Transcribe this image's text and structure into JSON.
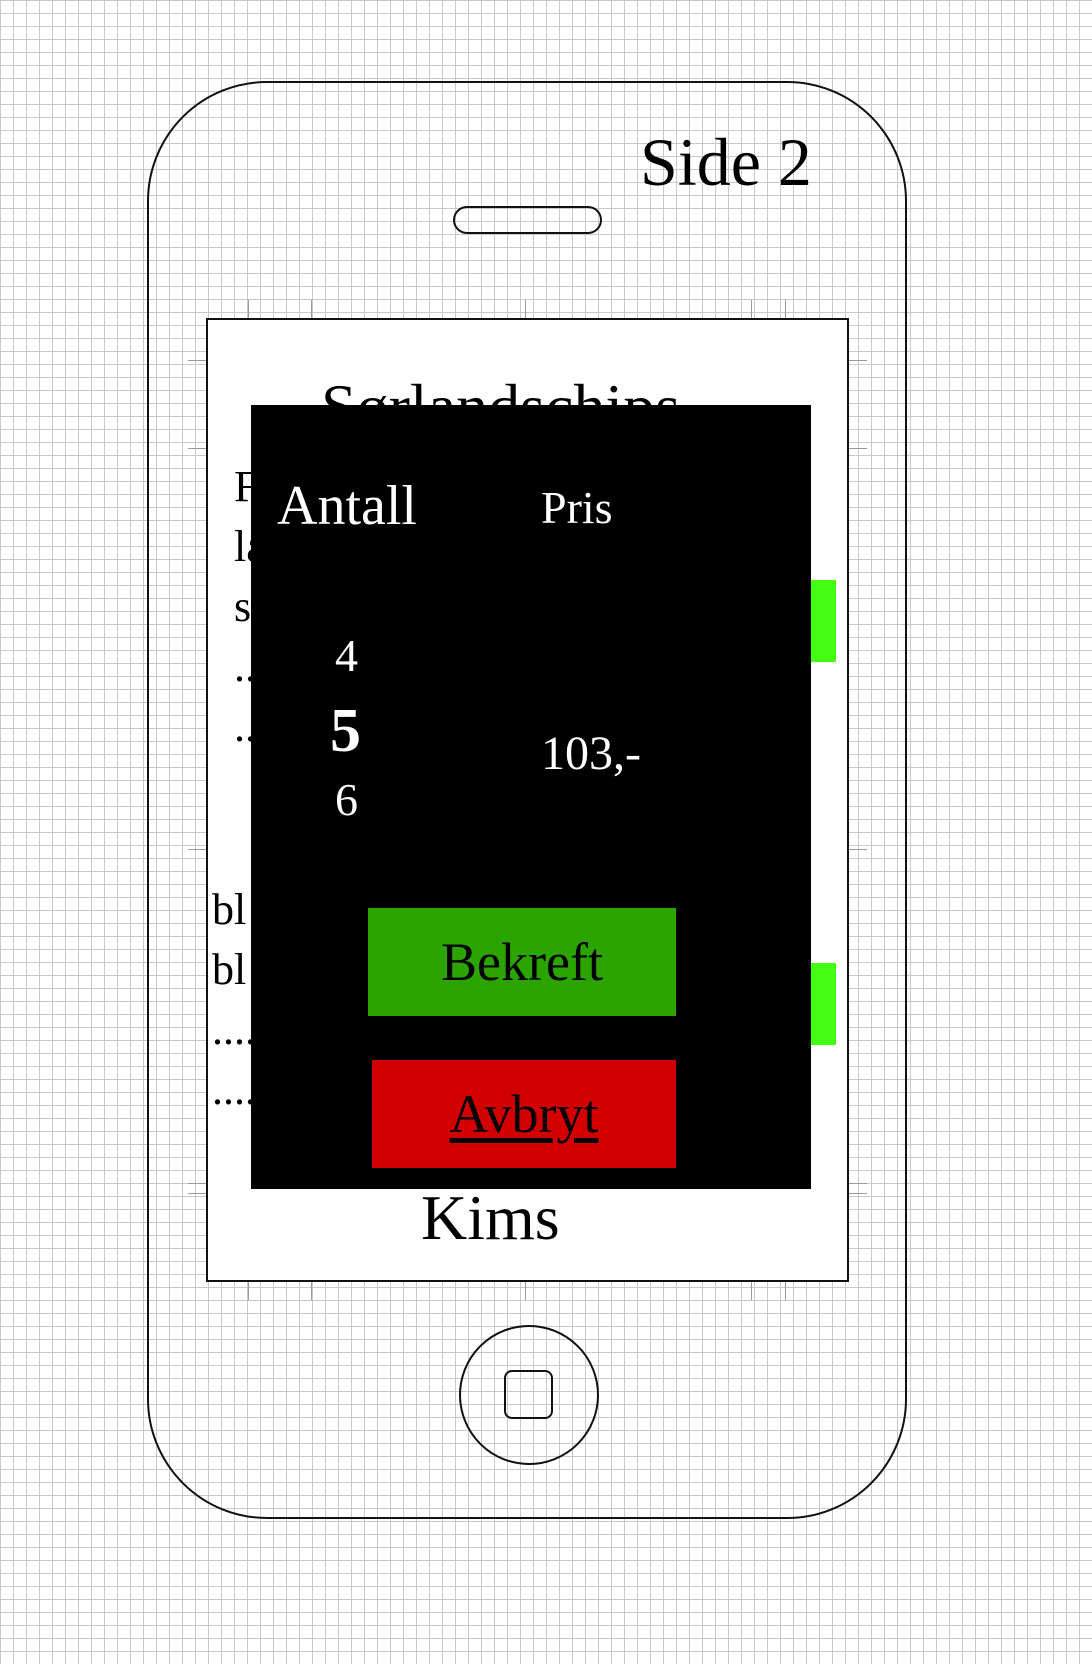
{
  "page_label": "Side 2",
  "background_screen": {
    "title": "Sørlandschips",
    "footer_title": "Kims",
    "left_text_fragments": [
      "F",
      "la",
      "s",
      "...",
      "...",
      "bl",
      "bl",
      "....",
      "...."
    ],
    "accent_color": "#44ff12"
  },
  "modal": {
    "quantity_header": "Antall",
    "price_header": "Pris",
    "quantity_options": [
      "4",
      "5",
      "6"
    ],
    "selected_quantity": "5",
    "price_value": "103,-",
    "confirm_label": "Bekreft",
    "cancel_label": "Avbryt",
    "confirm_color": "#2ba400",
    "cancel_color": "#d20000"
  }
}
